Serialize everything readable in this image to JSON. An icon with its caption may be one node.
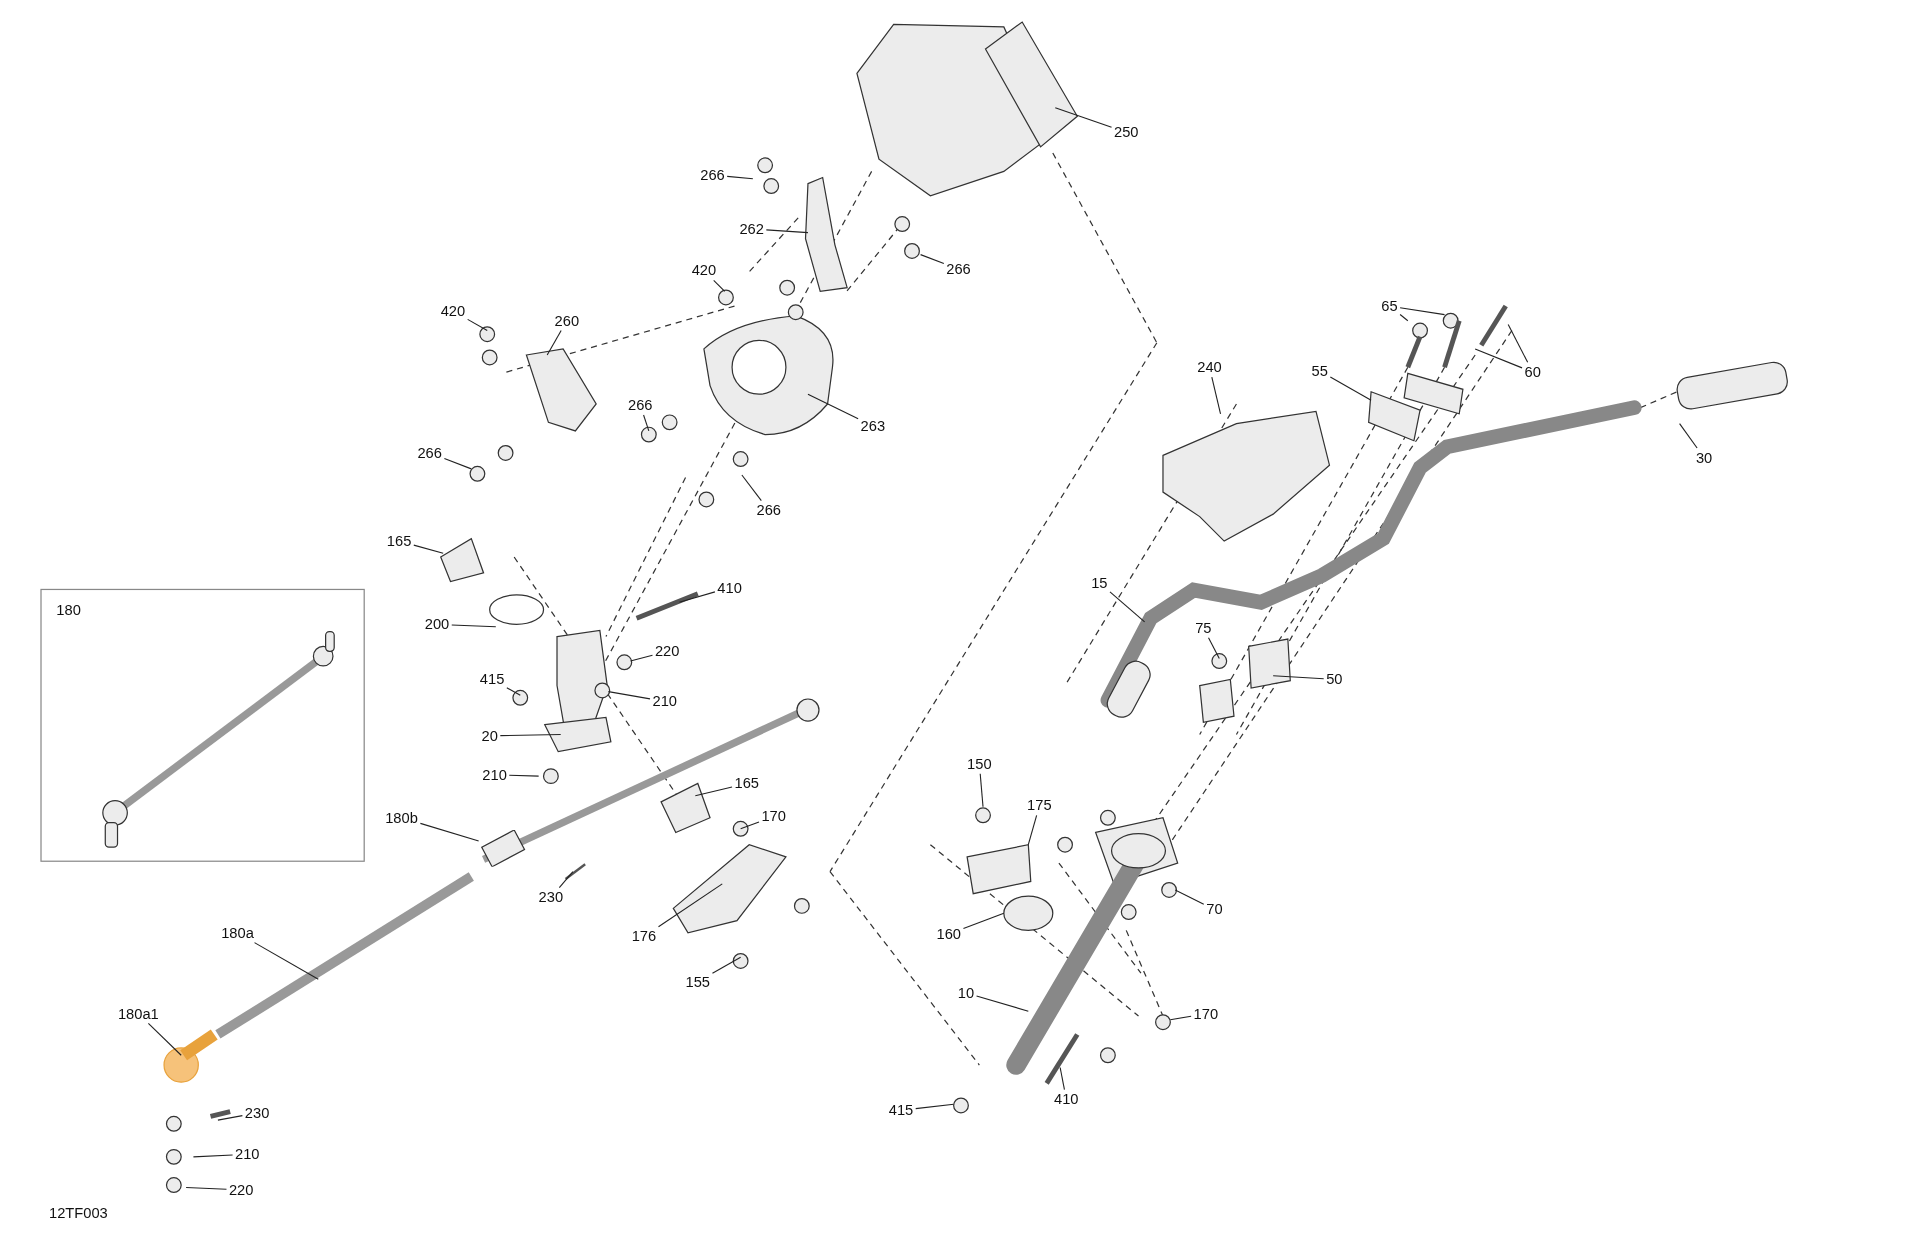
{
  "diagram": {
    "nodes": [
      {
        "text": [
          "250"
        ]
      },
      {
        "text": [
          "266"
        ]
      },
      {
        "text": [
          "262"
        ]
      },
      {
        "text": [
          "266"
        ]
      },
      {
        "text": [
          "420"
        ]
      },
      {
        "text": [
          "420"
        ]
      },
      {
        "text": [
          "260"
        ]
      },
      {
        "text": [
          "266"
        ]
      },
      {
        "text": [
          "263"
        ]
      },
      {
        "text": [
          "266"
        ]
      },
      {
        "text": [
          "266"
        ]
      },
      {
        "text": [
          "165"
        ]
      },
      {
        "text": [
          "410"
        ]
      },
      {
        "text": [
          "200"
        ]
      },
      {
        "text": [
          "220"
        ]
      },
      {
        "text": [
          "415"
        ]
      },
      {
        "text": [
          "210"
        ]
      },
      {
        "text": [
          "20"
        ]
      },
      {
        "text": [
          "210"
        ]
      },
      {
        "text": [
          "165"
        ]
      },
      {
        "text": [
          "170"
        ]
      },
      {
        "text": [
          "180b"
        ]
      },
      {
        "text": [
          "230"
        ]
      },
      {
        "text": [
          "176"
        ]
      },
      {
        "text": [
          "155"
        ]
      },
      {
        "text": [
          "180a"
        ]
      },
      {
        "text": [
          "180a1"
        ]
      },
      {
        "text": [
          "230"
        ]
      },
      {
        "text": [
          "210"
        ]
      },
      {
        "text": [
          "220"
        ]
      },
      {
        "text": [
          "180"
        ]
      },
      {
        "text": [
          "240"
        ]
      },
      {
        "text": [
          "55"
        ]
      },
      {
        "text": [
          "65"
        ]
      },
      {
        "text": [
          "60"
        ]
      },
      {
        "text": [
          "30"
        ]
      },
      {
        "text": [
          "15"
        ]
      },
      {
        "text": [
          "75"
        ]
      },
      {
        "text": [
          "50"
        ]
      },
      {
        "text": [
          "150"
        ]
      },
      {
        "text": [
          "175"
        ]
      },
      {
        "text": [
          "70"
        ]
      },
      {
        "text": [
          "160"
        ]
      },
      {
        "text": [
          "10"
        ]
      },
      {
        "text": [
          "170"
        ]
      },
      {
        "text": [
          "415"
        ]
      },
      {
        "text": [
          "410"
        ]
      },
      {
        "text": [],
        "shape": "box"
      }
    ],
    "edges": [
      {
        "from": 0,
        "to": null,
        "arrow": "none"
      },
      {
        "from": 1,
        "to": null,
        "arrow": "none"
      },
      {
        "from": 2,
        "to": null,
        "arrow": "none"
      },
      {
        "from": 3,
        "to": null,
        "arrow": "none"
      },
      {
        "from": 4,
        "to": null,
        "arrow": "none"
      },
      {
        "from": 5,
        "to": null,
        "arrow": "none"
      },
      {
        "from": 6,
        "to": null,
        "arrow": "none"
      },
      {
        "from": 7,
        "to": null,
        "arrow": "none"
      },
      {
        "from": 8,
        "to": null,
        "arrow": "none"
      },
      {
        "from": 9,
        "to": null,
        "arrow": "none"
      },
      {
        "from": 10,
        "to": null,
        "arrow": "none"
      },
      {
        "from": 11,
        "to": null,
        "arrow": "none"
      },
      {
        "from": 12,
        "to": null,
        "arrow": "none"
      },
      {
        "from": 13,
        "to": null,
        "arrow": "none"
      },
      {
        "from": 14,
        "to": null,
        "arrow": "none"
      },
      {
        "from": 15,
        "to": null,
        "arrow": "none"
      },
      {
        "from": 16,
        "to": null,
        "arrow": "none"
      },
      {
        "from": 17,
        "to": null,
        "arrow": "none"
      },
      {
        "from": 18,
        "to": null,
        "arrow": "none"
      },
      {
        "from": 19,
        "to": null,
        "arrow": "none"
      },
      {
        "from": 20,
        "to": null,
        "arrow": "none"
      },
      {
        "from": 21,
        "to": 47,
        "arrow": "none"
      },
      {
        "from": 22,
        "to": null,
        "arrow": "none"
      },
      {
        "from": 23,
        "to": null,
        "arrow": "none"
      },
      {
        "from": 24,
        "to": null,
        "arrow": "none"
      },
      {
        "from": 25,
        "to": null,
        "arrow": "none"
      },
      {
        "from": 26,
        "to": null,
        "arrow": "none"
      },
      {
        "from": 27,
        "to": null,
        "arrow": "none"
      },
      {
        "from": 28,
        "to": null,
        "arrow": "none"
      },
      {
        "from": 29,
        "to": null,
        "arrow": "none"
      },
      {
        "from": 31,
        "to": null,
        "arrow": "none"
      },
      {
        "from": 32,
        "to": null,
        "arrow": "none"
      },
      {
        "from": 33,
        "to": null,
        "arrow": "none"
      },
      {
        "from": 33,
        "to": null,
        "arrow": "none"
      },
      {
        "from": 34,
        "to": null,
        "arrow": "none"
      },
      {
        "from": 34,
        "to": null,
        "arrow": "none"
      },
      {
        "from": 35,
        "to": null,
        "arrow": "none"
      },
      {
        "from": 36,
        "to": null,
        "arrow": "none"
      },
      {
        "from": 37,
        "to": null,
        "arrow": "none"
      },
      {
        "from": 38,
        "to": null,
        "arrow": "none"
      },
      {
        "from": 39,
        "to": null,
        "arrow": "none"
      },
      {
        "from": 40,
        "to": null,
        "arrow": "none"
      },
      {
        "from": 41,
        "to": null,
        "arrow": "none"
      },
      {
        "from": 42,
        "to": null,
        "arrow": "none"
      },
      {
        "from": 43,
        "to": null,
        "arrow": "none"
      },
      {
        "from": 44,
        "to": null,
        "arrow": "none"
      },
      {
        "from": 45,
        "to": null,
        "arrow": "none"
      },
      {
        "from": 46,
        "to": null,
        "arrow": "none"
      }
    ],
    "labels": [
      "12TF003"
    ]
  }
}
